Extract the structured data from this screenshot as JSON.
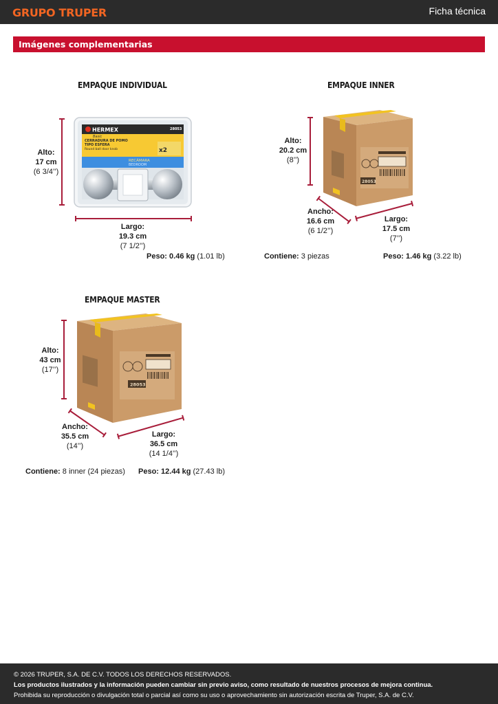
{
  "header": {
    "brand": "GRUPO TRUPER",
    "doc_type": "Ficha técnica"
  },
  "section": {
    "title": "Imágenes complementarias"
  },
  "individual": {
    "title": "EMPAQUE INDIVIDUAL",
    "alto": {
      "label": "Alto:",
      "value": "17 cm",
      "imperial": "(6 3/4’’)"
    },
    "largo": {
      "label": "Largo:",
      "value": "19.3 cm",
      "imperial": "(7 1/2’’)"
    },
    "peso_label": "Peso:",
    "peso_value": "0.46 kg",
    "peso_imperial": "(1.01 lb)",
    "product": {
      "brand": "HERMEX",
      "brand_sub": "Basic",
      "code": "28053",
      "name_1": "CERRADURA DE POMO",
      "name_2": "TIPO ESFERA",
      "name_en": "Round ball door knob",
      "qty": "x2",
      "room": "RECÁMARA",
      "room_en": "BEDROOM"
    }
  },
  "inner": {
    "title": "EMPAQUE INNER",
    "alto": {
      "label": "Alto:",
      "value": "20.2 cm",
      "imperial": "(8’’)"
    },
    "ancho": {
      "label": "Ancho:",
      "value": "16.6 cm",
      "imperial": "(6 1/2’’)"
    },
    "largo": {
      "label": "Largo:",
      "value": "17.5 cm",
      "imperial": "(7’’)"
    },
    "contiene_label": "Contiene:",
    "contiene_value": "3 piezas",
    "peso_label": "Peso:",
    "peso_value": "1.46 kg",
    "peso_imperial": "(3.22 lb)",
    "box_code": "28053"
  },
  "master": {
    "title": "EMPAQUE MASTER",
    "alto": {
      "label": "Alto:",
      "value": "43 cm",
      "imperial": "(17’’)"
    },
    "ancho": {
      "label": "Ancho:",
      "value": "35.5 cm",
      "imperial": "(14’’)"
    },
    "largo": {
      "label": "Largo:",
      "value": "36.5 cm",
      "imperial": "(14 1/4’’)"
    },
    "contiene_label": "Contiene:",
    "contiene_value": "8 inner (24 piezas)",
    "peso_label": "Peso:",
    "peso_value": "12.44 kg",
    "peso_imperial": "(27.43 lb)",
    "box_code": "28053"
  },
  "footer": {
    "copyright": "© 2026 TRUPER, S.A. DE C.V. TODOS LOS DERECHOS RESERVADOS.",
    "notice": "Los productos ilustrados y la información pueden cambiar sin previo aviso, como resultado de nuestros procesos de mejora continua.",
    "prohibition": "Prohibida su reproducción o divulgación total o parcial así como su uso o aprovechamiento sin autorización escrita de Truper, S.A. de C.V."
  },
  "colors": {
    "brand_orange": "#f26522",
    "section_red": "#c8102e",
    "dim_line": "#a81d3a",
    "dark_bar": "#2b2b2b",
    "cardboard": "#c8996a"
  }
}
